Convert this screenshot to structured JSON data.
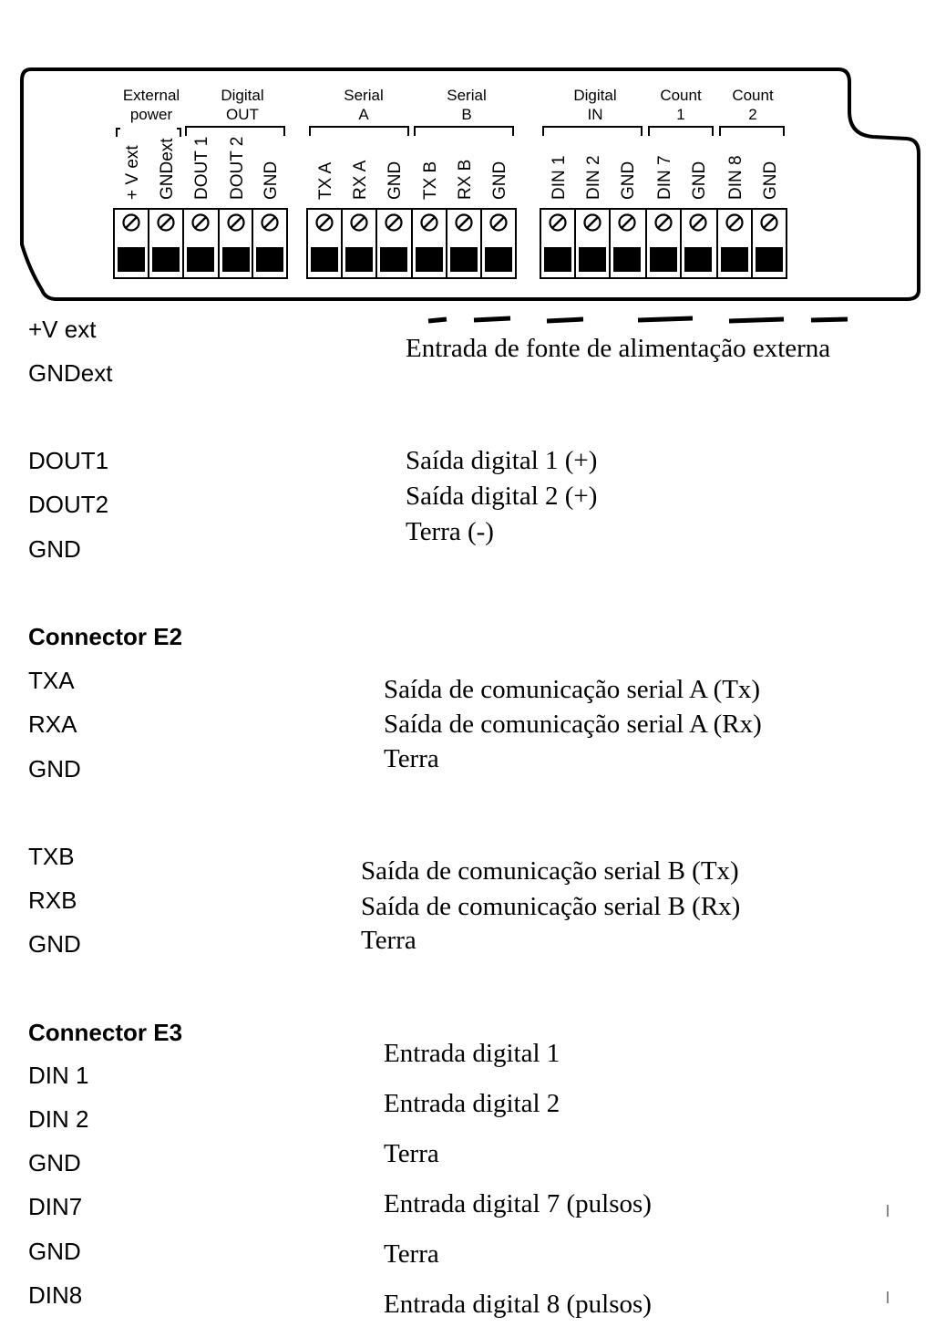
{
  "diagram": {
    "groups": [
      {
        "id": "ext-power",
        "lines": [
          "External",
          "power"
        ]
      },
      {
        "id": "digital-out",
        "lines": [
          "Digital",
          "OUT"
        ]
      },
      {
        "id": "serial-a",
        "lines": [
          "Serial",
          "A"
        ]
      },
      {
        "id": "serial-b",
        "lines": [
          "Serial",
          "B"
        ]
      },
      {
        "id": "digital-in",
        "lines": [
          "Digital",
          "IN"
        ]
      },
      {
        "id": "count-1",
        "lines": [
          "Count",
          "1"
        ]
      },
      {
        "id": "count-2",
        "lines": [
          "Count",
          "2"
        ]
      }
    ],
    "pins": [
      "+ V ext",
      "GNDext",
      "DOUT 1",
      "DOUT 2",
      "GND",
      "TX A",
      "RX A",
      "GND",
      "TX B",
      "RX B",
      "GND",
      "DIN 1",
      "DIN 2",
      "GND",
      "DIN 7",
      "GND",
      "DIN 8",
      "GND"
    ]
  },
  "e1": {
    "vext": "+V ext",
    "gndext": "GNDext",
    "vext_desc": "Entrada de fonte de alimentação externa",
    "dout1": "DOUT1",
    "dout2": "DOUT2",
    "gnd": "GND",
    "dout1_desc": "Saída digital 1 (+)",
    "dout2_desc": "Saída digital 2 (+)",
    "gnd_desc": "Terra (-)"
  },
  "e2": {
    "header": "Connector E2",
    "txa": "TXA",
    "rxa": "RXA",
    "gnd_a": "GND",
    "txa_desc": "Saída de comunicação serial A (Tx)",
    "rxa_desc": "Saída de comunicação serial A (Rx)",
    "gnd_a_desc": "Terra",
    "txb": "TXB",
    "rxb": "RXB",
    "gnd_b": "GND",
    "txb_desc": "Saída de comunicação serial B (Tx)",
    "rxb_desc": "Saída de comunicação serial B (Rx)",
    "gnd_b_desc": "Terra"
  },
  "e3": {
    "header": "Connector E3",
    "din1": "DIN 1",
    "din2": "DIN 2",
    "gnd1": "GND",
    "din7": "DIN7",
    "gnd2": "GND",
    "din8": "DIN8",
    "din1_desc": "Entrada digital 1",
    "din2_desc": "Entrada digital 2",
    "gnd1_desc": "Terra",
    "din7_desc": "Entrada digital 7 (pulsos)",
    "gnd2_desc": "Terra",
    "din8_desc": "Entrada digital 8 (pulsos)"
  }
}
